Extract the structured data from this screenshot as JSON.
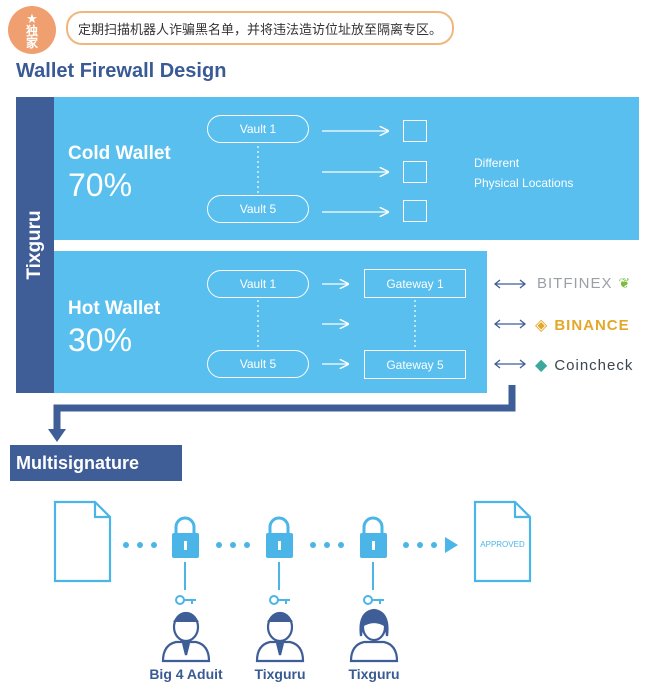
{
  "notice": {
    "badge_top": "独",
    "badge_bottom": "家",
    "text": "定期扫描机器人诈骗黑名单，并将违法造访位址放至隔离专区。"
  },
  "title": "Wallet Firewall Design",
  "sidebar_label": "Tixguru",
  "cold": {
    "name": "Cold Wallet",
    "percent": "70%",
    "vault_top": "Vault 1",
    "vault_bottom": "Vault 5",
    "locations_line1": "Different",
    "locations_line2": "Physical Locations"
  },
  "hot": {
    "name": "Hot Wallet",
    "percent": "30%",
    "vault_top": "Vault 1",
    "vault_bottom": "Vault 5",
    "gateway_top": "Gateway 1",
    "gateway_bottom": "Gateway 5"
  },
  "exchanges": [
    "BITFINEX",
    "BINANCE",
    "Coincheck"
  ],
  "multisig": {
    "title": "Multisignature",
    "approved": "APPROVED",
    "signers": [
      "Big 4 Aduit",
      "Tixguru",
      "Tixguru"
    ]
  },
  "colors": {
    "panel": "#58bfee",
    "navy": "#3f5e98",
    "diagram": "#4ab5e6",
    "badge": "#f0a070",
    "binance": "#e3a82a",
    "coincheck": "#3aa89a",
    "bitfinex": "#9aa0a5"
  }
}
